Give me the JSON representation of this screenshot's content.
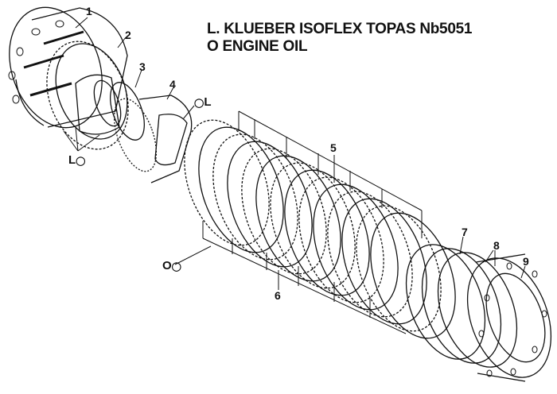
{
  "legend": {
    "line1": "L. KLUEBER ISOFLEX TOPAS Nb5051",
    "line2": "O  ENGINE OIL"
  },
  "callouts": [
    "1",
    "2",
    "3",
    "4",
    "5",
    "6",
    "7",
    "8",
    "9"
  ],
  "lubrication_marks": {
    "grease_label": "L",
    "oil_label": "O",
    "drop_icon": "oil-drop-icon"
  },
  "colors": {
    "ink": "#111111",
    "background": "#ffffff"
  }
}
